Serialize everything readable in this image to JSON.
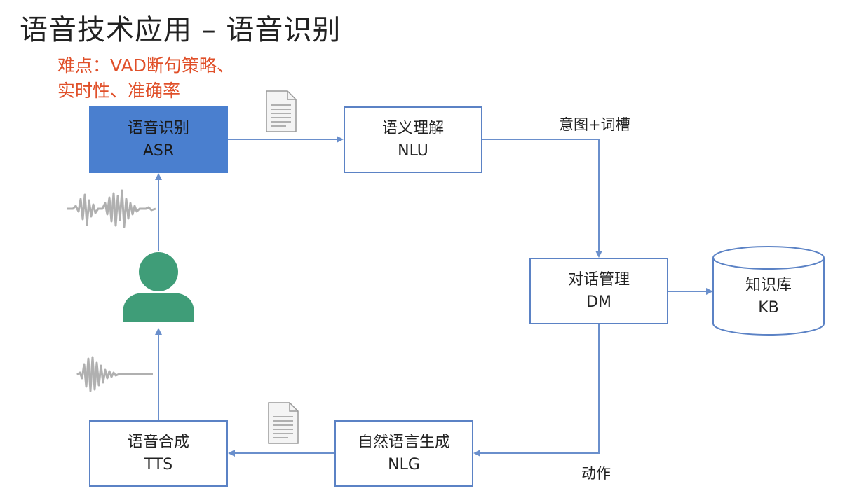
{
  "slide": {
    "title": "语音技术应用 – 语音识别",
    "note_lines": [
      "难点：VAD断句策略、",
      "实时性、准确率"
    ]
  },
  "nodes": {
    "asr": {
      "line1": "语音识别",
      "line2": "ASR"
    },
    "nlu": {
      "line1": "语义理解",
      "line2": "NLU"
    },
    "dm": {
      "line1": "对话管理",
      "line2": "DM"
    },
    "kb": {
      "line1": "知识库",
      "line2": "KB"
    },
    "nlg": {
      "line1": "自然语言生成",
      "line2": "NLG"
    },
    "tts": {
      "line1": "语音合成",
      "line2": "TTS"
    }
  },
  "edges": {
    "nlu_to_dm": "意图+词槽",
    "dm_to_nlg": "动作"
  },
  "icons": {
    "document": "document-icon",
    "waveform": "waveform-icon",
    "user": "user-icon"
  },
  "colors": {
    "accent": "#4a7fcf",
    "border": "#5b82c5",
    "arrow": "#6a8fcc",
    "note": "#e0502a",
    "user": "#3f9d78",
    "wave": "#b0b0b0"
  }
}
